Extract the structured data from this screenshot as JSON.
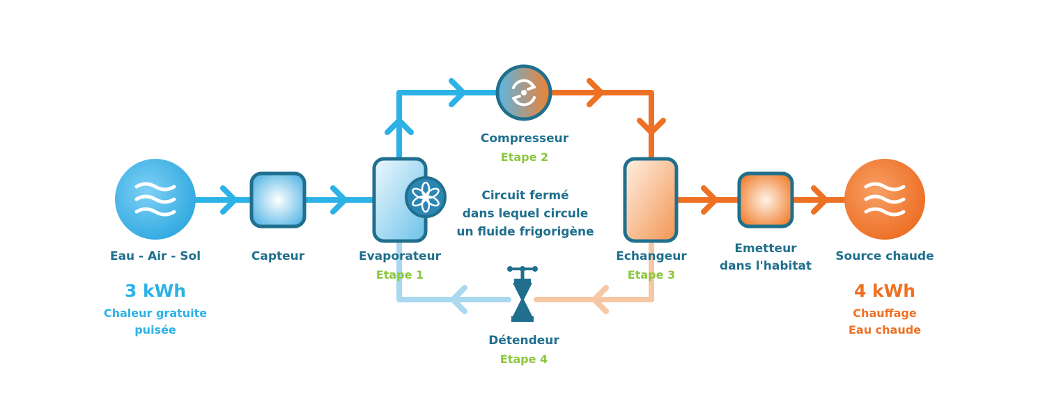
{
  "nodes": {
    "source_froide": {
      "label": "Eau - Air - Sol",
      "energy": "3 kWh",
      "desc_line1": "Chaleur gratuite",
      "desc_line2": "puisée"
    },
    "capteur": {
      "label": "Capteur"
    },
    "evaporateur": {
      "label": "Evaporateur",
      "step": "Etape 1"
    },
    "compresseur": {
      "label": "Compresseur",
      "step": "Etape 2"
    },
    "echangeur": {
      "label": "Echangeur",
      "step": "Etape 3"
    },
    "detendeur": {
      "label": "Détendeur",
      "step": "Etape 4"
    },
    "emetteur": {
      "label_line1": "Emetteur",
      "label_line2": "dans l'habitat"
    },
    "source_chaude": {
      "label": "Source chaude",
      "energy": "4 kWh",
      "desc_line1": "Chauffage",
      "desc_line2": "Eau chaude"
    }
  },
  "circuit_note": {
    "line1": "Circuit fermé",
    "line2": "dans lequel circule",
    "line3": "un fluide frigorigène"
  },
  "colors": {
    "cold": "#2cb2e6",
    "cold_light": "#a9d8ef",
    "hot": "#ee7023",
    "hot_light": "#f6c7a4",
    "outline": "#1f6f8d",
    "step": "#8cc63f"
  },
  "icons": {
    "source_froide": "waves-icon",
    "source_chaude": "waves-icon",
    "evaporateur_fan": "fan-icon",
    "compresseur": "cycle-arrows-icon",
    "detendeur": "expansion-valve-icon"
  }
}
